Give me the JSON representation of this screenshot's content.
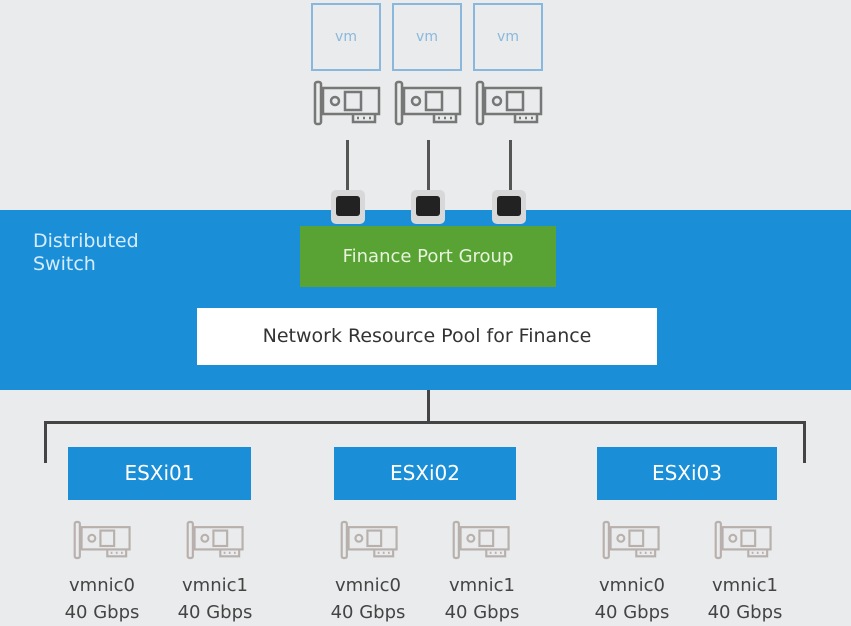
{
  "vms": [
    {
      "label": "vm"
    },
    {
      "label": "vm"
    },
    {
      "label": "vm"
    }
  ],
  "switch": {
    "label_line1": "Distributed",
    "label_line2": "Switch",
    "port_group": "Finance Port Group",
    "resource_pool": "Network Resource Pool for Finance"
  },
  "hosts": [
    {
      "name": "ESXi01",
      "nics": [
        {
          "name": "vmnic0",
          "speed": "40 Gbps"
        },
        {
          "name": "vmnic1",
          "speed": "40 Gbps"
        }
      ]
    },
    {
      "name": "ESXi02",
      "nics": [
        {
          "name": "vmnic0",
          "speed": "40 Gbps"
        },
        {
          "name": "vmnic1",
          "speed": "40 Gbps"
        }
      ]
    },
    {
      "name": "ESXi03",
      "nics": [
        {
          "name": "vmnic0",
          "speed": "40 Gbps"
        },
        {
          "name": "vmnic1",
          "speed": "40 Gbps"
        }
      ]
    }
  ],
  "colors": {
    "switch_blue": "#1a8fd8",
    "port_group_green": "#58a333"
  }
}
